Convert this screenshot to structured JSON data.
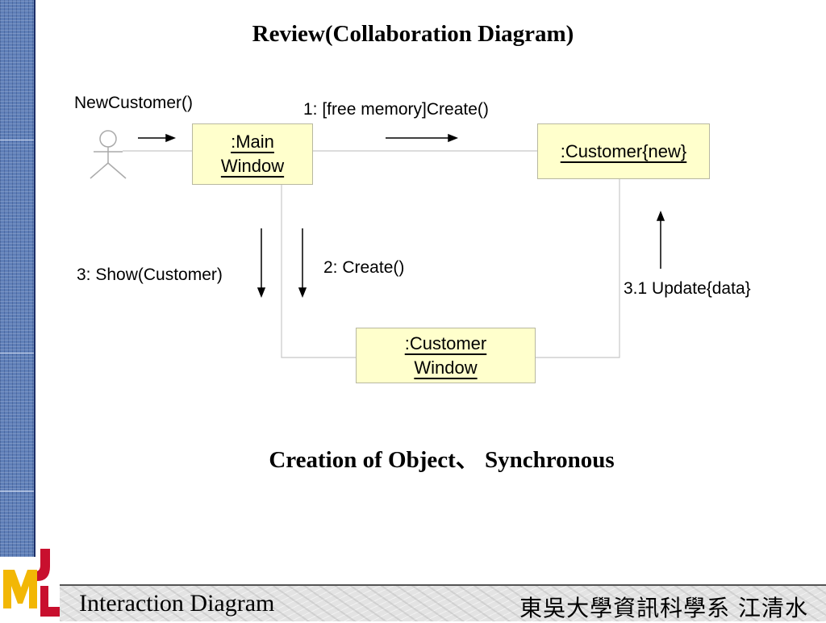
{
  "slide": {
    "title": "Review(Collaboration Diagram)",
    "subtitle": "Creation of Object、 Synchronous",
    "footer_left": "Interaction Diagram",
    "footer_right": "東吳大學資訊科學系 江清水",
    "logo_text": "UML"
  },
  "diagram": {
    "objects": {
      "main_window": [
        ":Main ",
        "Window"
      ],
      "customer_new": ":Customer{new}",
      "customer_window": [
        ":Customer ",
        "Window"
      ]
    },
    "messages": {
      "new_customer": "NewCustomer()",
      "create_customer": "1: [free memory]Create()",
      "create_window": "2: Create()",
      "show_customer": "3: Show(Customer)",
      "update_data": "3.1 Update{data}"
    }
  },
  "colors": {
    "object_fill": "#ffffcc",
    "sidebar": "#5f7fb8",
    "logo_red": "#c8102e",
    "logo_yellow": "#f2b705"
  }
}
